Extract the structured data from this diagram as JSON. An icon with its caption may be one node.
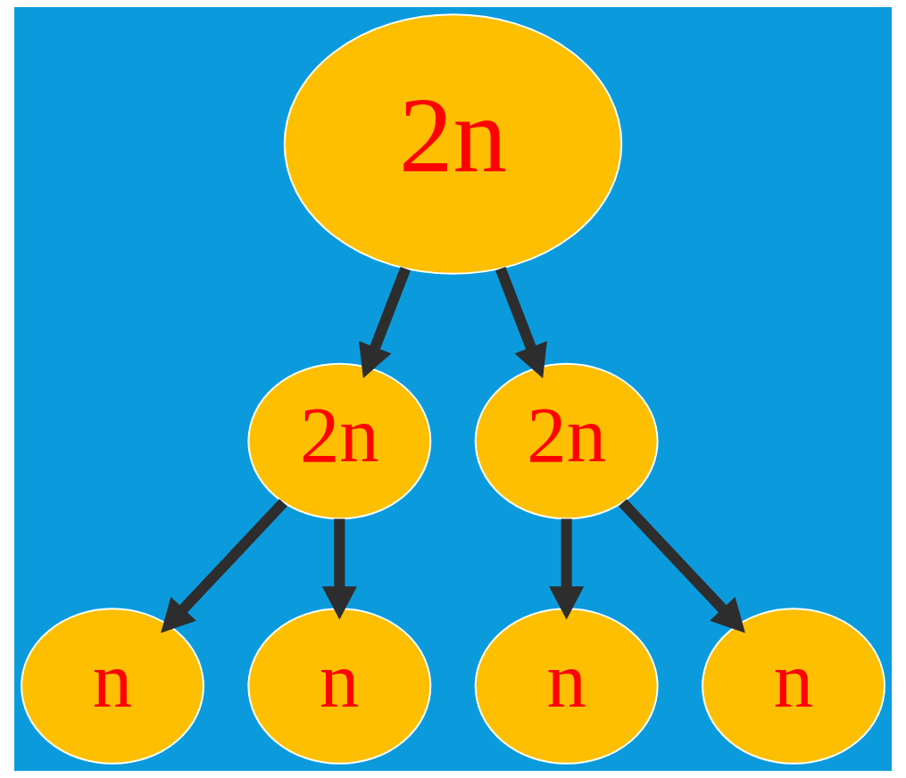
{
  "diagram": {
    "nodes": [
      {
        "text": [
          "2n"
        ]
      },
      {
        "text": [
          "2n"
        ]
      },
      {
        "text": [
          "2n"
        ]
      },
      {
        "text": [
          "n"
        ]
      },
      {
        "text": [
          "n"
        ]
      },
      {
        "text": [
          "n"
        ]
      },
      {
        "text": [
          "n"
        ]
      }
    ],
    "edges": [
      {
        "from": 0,
        "to": 1,
        "arrow": "to"
      },
      {
        "from": 0,
        "to": 2,
        "arrow": "to"
      },
      {
        "from": 1,
        "to": 3,
        "arrow": "to"
      },
      {
        "from": 1,
        "to": 4,
        "arrow": "to"
      },
      {
        "from": 2,
        "to": 5,
        "arrow": "to"
      },
      {
        "from": 2,
        "to": 6,
        "arrow": "to"
      }
    ]
  }
}
